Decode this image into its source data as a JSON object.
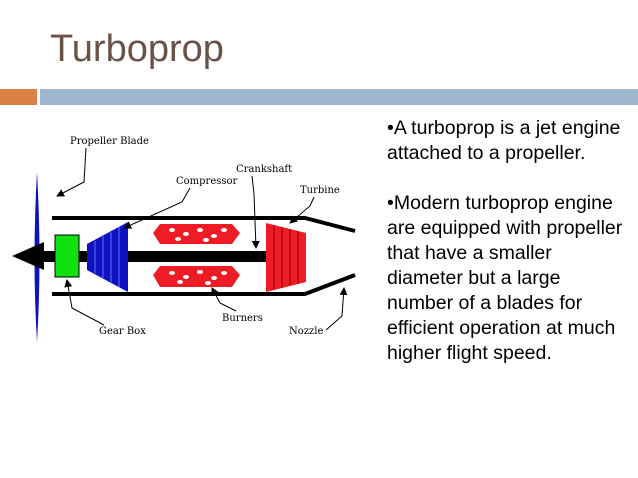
{
  "slide": {
    "title": "Turboprop",
    "bullets": [
      "•A turboprop is a jet engine attached to a propeller.",
      "•Modern turboprop engine are equipped with propeller that have a smaller diameter but a large number of a blades for efficient operation at much higher flight speed."
    ]
  },
  "colors": {
    "title": "#6b5247",
    "accent_orange": "#dd8047",
    "accent_blue": "#9fb7cf",
    "propeller": "#1010c0",
    "gearbox": "#10e010",
    "compressor": "#1010c0",
    "burners": "#ee1c24",
    "turbine": "#ee1c24"
  },
  "diagram": {
    "labels": {
      "propeller_blade": "Propeller Blade",
      "compressor": "Compressor",
      "crankshaft": "Crankshaft",
      "turbine": "Turbine",
      "gear_box": "Gear Box",
      "burners": "Burners",
      "nozzle": "Nozzle"
    }
  }
}
